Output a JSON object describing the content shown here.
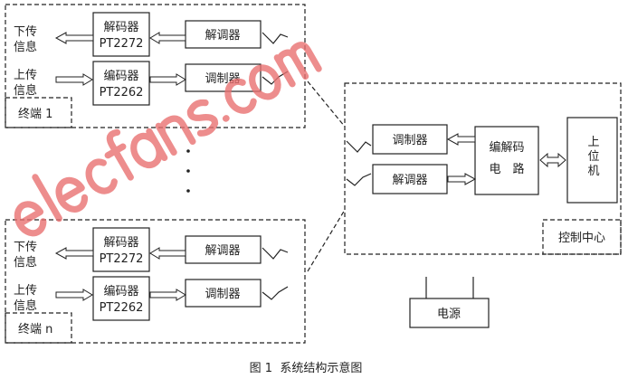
{
  "terminal_1": {
    "label": "终端 1",
    "down_info": [
      "下传",
      "信息"
    ],
    "up_info": [
      "上传",
      "信息"
    ],
    "decoder": [
      "解码器",
      "PT2272"
    ],
    "encoder": [
      "编码器",
      "PT2262"
    ],
    "demodulator": "解调器",
    "modulator": "调制器"
  },
  "terminal_n": {
    "label": "终端 n",
    "down_info": [
      "下传",
      "信息"
    ],
    "up_info": [
      "上传",
      "信息"
    ],
    "decoder": [
      "解码器",
      "PT2272"
    ],
    "encoder": [
      "编码器",
      "PT2262"
    ],
    "demodulator": "解调器",
    "modulator": "调制器"
  },
  "control_center": {
    "label": "控制中心",
    "modulator": "调制器",
    "demodulator": "解调器",
    "codec": [
      "编解码",
      "电　路"
    ],
    "host": [
      "上",
      "位",
      "机"
    ]
  },
  "power": "电源",
  "caption": "图 1  系统结构示意图",
  "watermark": "elecfans.com",
  "colors": {
    "line": "#222222",
    "watermark": "#e87070"
  }
}
